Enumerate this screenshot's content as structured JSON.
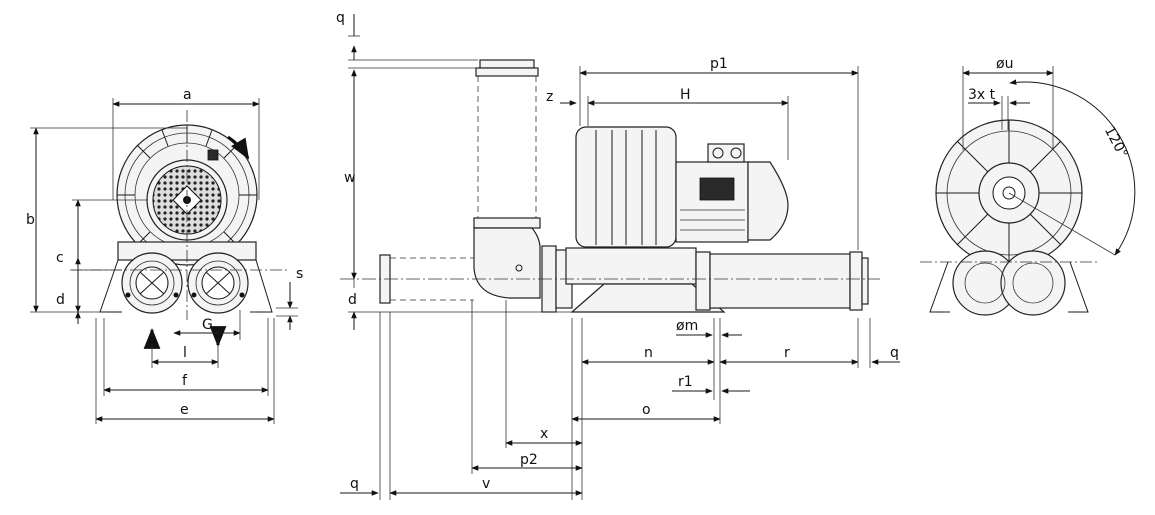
{
  "dimension_labels": {
    "a": "a",
    "b": "b",
    "c": "c",
    "d_left": "d",
    "s": "s",
    "G": "G",
    "l": "l",
    "f": "f",
    "e": "e",
    "q_top": "q",
    "w": "w",
    "d_mid": "d",
    "z": "z",
    "p1": "p1",
    "H": "H",
    "m": "øm",
    "n": "n",
    "r": "r",
    "q_right": "q",
    "r1": "r1",
    "o": "o",
    "x": "x",
    "p2": "p2",
    "q_bottom": "q",
    "v": "v",
    "u": "øu",
    "t": "3x t",
    "angle": "120°"
  }
}
